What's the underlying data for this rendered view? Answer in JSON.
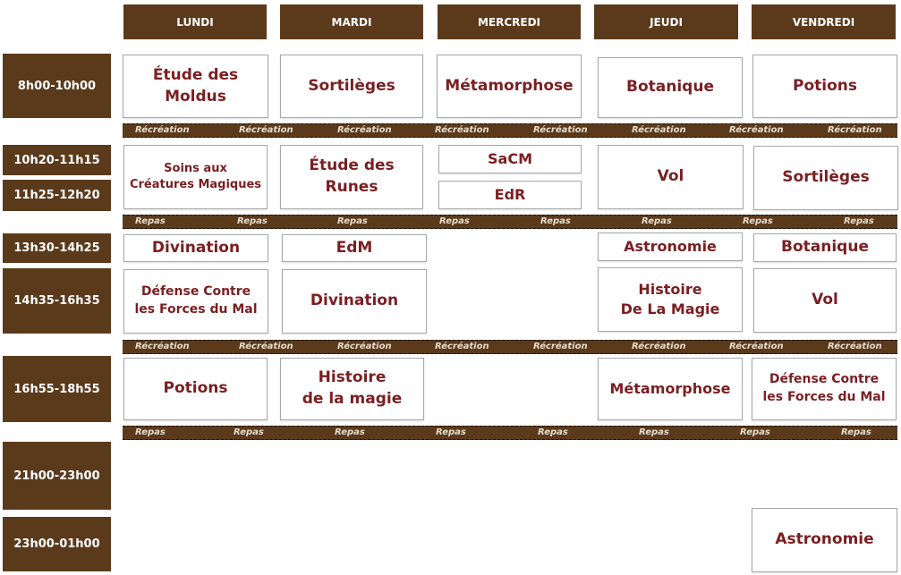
{
  "days": [
    "LUNDI",
    "MARDI",
    "MERCREDI",
    "JEUDI",
    "VENDREDI"
  ],
  "slots": [
    "8h00-10h00",
    "10h20-11h15",
    "11h25-12h20",
    "13h30-14h25",
    "14h35-16h35",
    "16h55-18h55",
    "21h00-23h00",
    "23h00-01h00"
  ],
  "breaks": {
    "recreation": "Récréation",
    "repas": "Repas"
  },
  "cells": {
    "lundi_1": "Étude des\nMoldus",
    "mardi_1": "Sortilèges",
    "mercredi_1": "Métamorphose",
    "jeudi_1": "Botanique",
    "vendredi_1": "Potions",
    "lundi_2": "Soins aux\nCréatures Magiques",
    "mardi_2": "Étude des\nRunes",
    "mercredi_2a": "SaCM",
    "mercredi_2b": "EdR",
    "jeudi_2": "Vol",
    "vendredi_2": "Sortilèges",
    "lundi_3": "Divination",
    "mardi_3": "EdM",
    "jeudi_3": "Astronomie",
    "vendredi_3": "Botanique",
    "lundi_4": "Défense Contre\nles Forces du Mal",
    "mardi_4": "Divination",
    "jeudi_4": "Histoire\nDe La Magie",
    "vendredi_4": "Vol",
    "lundi_5": "Potions",
    "mardi_5": "Histoire\nde la magie",
    "jeudi_5": "Métamorphose",
    "vendredi_5": "Défense Contre\nles Forces du Mal",
    "vendredi_7": "Astronomie"
  }
}
